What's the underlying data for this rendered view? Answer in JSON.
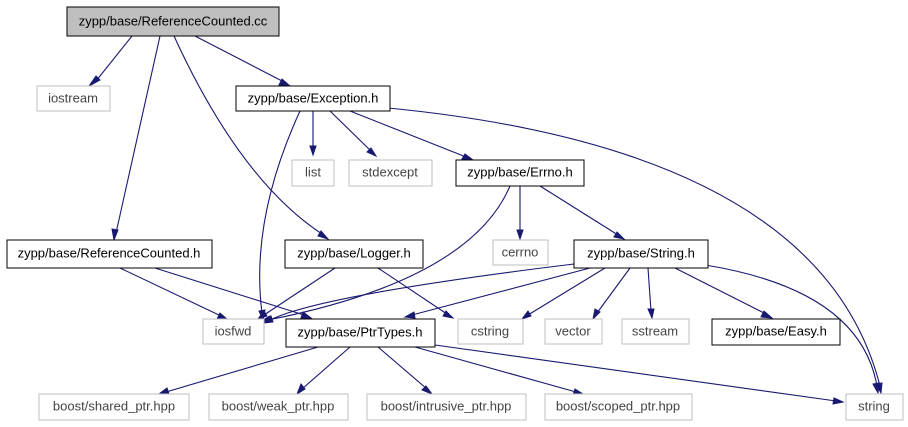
{
  "colors": {
    "edge": "#191970",
    "main_fill": "#bfbfbf",
    "local_border": "#000000",
    "system_border": "#bfbfbf"
  },
  "nodes": {
    "ref_cc": "zypp/base/ReferenceCounted.cc",
    "iostream": "iostream",
    "exception_h": "zypp/base/Exception.h",
    "list": "list",
    "stdexcept": "stdexcept",
    "errno_h": "zypp/base/Errno.h",
    "cerrno": "cerrno",
    "refcounted_h": "zypp/base/ReferenceCounted.h",
    "logger_h": "zypp/base/Logger.h",
    "string_h": "zypp/base/String.h",
    "iosfwd": "iosfwd",
    "ptrtypes_h": "zypp/base/PtrTypes.h",
    "cstring": "cstring",
    "vector": "vector",
    "sstream": "sstream",
    "easy_h": "zypp/base/Easy.h",
    "shared_ptr": "boost/shared_ptr.hpp",
    "weak_ptr": "boost/weak_ptr.hpp",
    "intrusive_ptr": "boost/intrusive_ptr.hpp",
    "scoped_ptr": "boost/scoped_ptr.hpp",
    "string": "string"
  }
}
